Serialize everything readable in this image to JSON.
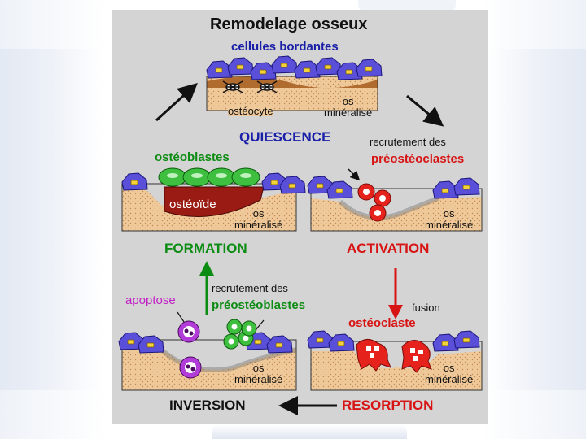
{
  "title": "Remodelage osseux",
  "labels": {
    "cellules_bordantes": "cellules bordantes",
    "osteocyte": "ostéocyte",
    "os_mineralise": "os\nminéralisé",
    "osteoblastes": "ostéoblastes",
    "osteoide": "ostéoïde",
    "recrutement_des": "recrutement des",
    "preosteoclastes": "préostéoclastes",
    "preosteoblastes": "préostéoblastes",
    "apoptose": "apoptose",
    "fusion": "fusion",
    "osteoclaste": "ostéoclaste"
  },
  "phases": {
    "quiescence": "QUIESCENCE",
    "formation": "FORMATION",
    "activation": "ACTIVATION",
    "inversion": "INVERSION",
    "resorption": "RESORPTION"
  },
  "colors": {
    "panel_bg": "#d4d4d4",
    "blue_cell": "#5a4fd8",
    "bone_tan": "#efc99a",
    "bone_dark": "#b06b2f",
    "osteoid": "#9a1a14",
    "green_cell": "#3fbf3f",
    "red_cell": "#e5231c",
    "purple_cell": "#b23cd8",
    "blue_text": "#1a1fa8",
    "green_text": "#0c8c12",
    "red_text": "#d81313"
  }
}
